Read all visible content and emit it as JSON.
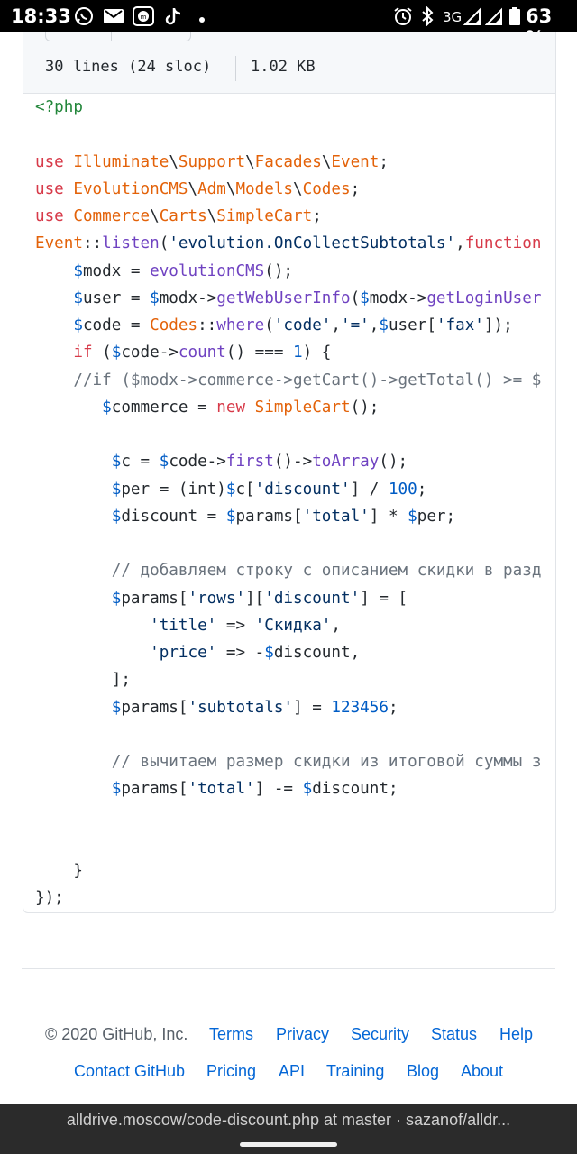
{
  "status_bar": {
    "time": "18:33",
    "network": "3G",
    "battery": "63 %",
    "icons": [
      "whatsapp-icon",
      "gmail-icon",
      "m-app-icon",
      "tiktok-icon",
      "dot-icon",
      "alarm-icon",
      "bluetooth-icon",
      "signal-icon",
      "signal-icon",
      "battery-icon"
    ]
  },
  "file_header": {
    "lines": "30 lines (24 sloc)",
    "size": "1.02 KB"
  },
  "code_lines": [
    [
      {
        "t": "<?php",
        "c": "g"
      }
    ],
    [],
    [
      {
        "t": "use",
        "c": "k"
      },
      {
        "t": " "
      },
      {
        "t": "Illuminate",
        "c": "t"
      },
      {
        "t": "\\"
      },
      {
        "t": "Support",
        "c": "t"
      },
      {
        "t": "\\"
      },
      {
        "t": "Facades",
        "c": "t"
      },
      {
        "t": "\\"
      },
      {
        "t": "Event",
        "c": "t"
      },
      {
        "t": ";"
      }
    ],
    [
      {
        "t": "use",
        "c": "k"
      },
      {
        "t": " "
      },
      {
        "t": "EvolutionCMS",
        "c": "t"
      },
      {
        "t": "\\"
      },
      {
        "t": "Adm",
        "c": "t"
      },
      {
        "t": "\\"
      },
      {
        "t": "Models",
        "c": "t"
      },
      {
        "t": "\\"
      },
      {
        "t": "Codes",
        "c": "t"
      },
      {
        "t": ";"
      }
    ],
    [
      {
        "t": "use",
        "c": "k"
      },
      {
        "t": " "
      },
      {
        "t": "Commerce",
        "c": "t"
      },
      {
        "t": "\\"
      },
      {
        "t": "Carts",
        "c": "t"
      },
      {
        "t": "\\"
      },
      {
        "t": "SimpleCart",
        "c": "t"
      },
      {
        "t": ";"
      }
    ],
    [
      {
        "t": "Event",
        "c": "t"
      },
      {
        "t": "::"
      },
      {
        "t": "listen",
        "c": "f"
      },
      {
        "t": "("
      },
      {
        "t": "'evolution.OnCollectSubtotals'",
        "c": "s"
      },
      {
        "t": ","
      },
      {
        "t": "function",
        "c": "k"
      }
    ],
    [
      {
        "t": "    "
      },
      {
        "t": "$",
        "c": "v"
      },
      {
        "t": "modx = "
      },
      {
        "t": "evolutionCMS",
        "c": "f"
      },
      {
        "t": "();"
      }
    ],
    [
      {
        "t": "    "
      },
      {
        "t": "$",
        "c": "v"
      },
      {
        "t": "user = "
      },
      {
        "t": "$",
        "c": "v"
      },
      {
        "t": "modx->"
      },
      {
        "t": "getWebUserInfo",
        "c": "f"
      },
      {
        "t": "("
      },
      {
        "t": "$",
        "c": "v"
      },
      {
        "t": "modx->"
      },
      {
        "t": "getLoginUser",
        "c": "f"
      }
    ],
    [
      {
        "t": "    "
      },
      {
        "t": "$",
        "c": "v"
      },
      {
        "t": "code = "
      },
      {
        "t": "Codes",
        "c": "t"
      },
      {
        "t": "::"
      },
      {
        "t": "where",
        "c": "f"
      },
      {
        "t": "("
      },
      {
        "t": "'code'",
        "c": "s"
      },
      {
        "t": ","
      },
      {
        "t": "'='",
        "c": "s"
      },
      {
        "t": ","
      },
      {
        "t": "$",
        "c": "v"
      },
      {
        "t": "user["
      },
      {
        "t": "'fax'",
        "c": "s"
      },
      {
        "t": "]);"
      }
    ],
    [
      {
        "t": "    "
      },
      {
        "t": "if",
        "c": "k"
      },
      {
        "t": " ("
      },
      {
        "t": "$",
        "c": "v"
      },
      {
        "t": "code->"
      },
      {
        "t": "count",
        "c": "f"
      },
      {
        "t": "() === "
      },
      {
        "t": "1",
        "c": "v"
      },
      {
        "t": ") {"
      }
    ],
    [
      {
        "t": "    "
      },
      {
        "t": "//if ($modx->commerce->getCart()->getTotal() >= $",
        "c": "c"
      }
    ],
    [
      {
        "t": "       "
      },
      {
        "t": "$",
        "c": "v"
      },
      {
        "t": "commerce = "
      },
      {
        "t": "new",
        "c": "k"
      },
      {
        "t": " "
      },
      {
        "t": "SimpleCart",
        "c": "t"
      },
      {
        "t": "();"
      }
    ],
    [],
    [
      {
        "t": "        "
      },
      {
        "t": "$",
        "c": "v"
      },
      {
        "t": "c = "
      },
      {
        "t": "$",
        "c": "v"
      },
      {
        "t": "code->"
      },
      {
        "t": "first",
        "c": "f"
      },
      {
        "t": "()->"
      },
      {
        "t": "toArray",
        "c": "f"
      },
      {
        "t": "();"
      }
    ],
    [
      {
        "t": "        "
      },
      {
        "t": "$",
        "c": "v"
      },
      {
        "t": "per = (int)"
      },
      {
        "t": "$",
        "c": "v"
      },
      {
        "t": "c["
      },
      {
        "t": "'discount'",
        "c": "s"
      },
      {
        "t": "] / "
      },
      {
        "t": "100",
        "c": "v"
      },
      {
        "t": ";"
      }
    ],
    [
      {
        "t": "        "
      },
      {
        "t": "$",
        "c": "v"
      },
      {
        "t": "discount = "
      },
      {
        "t": "$",
        "c": "v"
      },
      {
        "t": "params["
      },
      {
        "t": "'total'",
        "c": "s"
      },
      {
        "t": "] * "
      },
      {
        "t": "$",
        "c": "v"
      },
      {
        "t": "per;"
      }
    ],
    [],
    [
      {
        "t": "        "
      },
      {
        "t": "// добавляем строку с описанием скидки в разд",
        "c": "c"
      }
    ],
    [
      {
        "t": "        "
      },
      {
        "t": "$",
        "c": "v"
      },
      {
        "t": "params["
      },
      {
        "t": "'rows'",
        "c": "s"
      },
      {
        "t": "]["
      },
      {
        "t": "'discount'",
        "c": "s"
      },
      {
        "t": "] = ["
      }
    ],
    [
      {
        "t": "            "
      },
      {
        "t": "'title'",
        "c": "s"
      },
      {
        "t": " => "
      },
      {
        "t": "'Скидка'",
        "c": "s"
      },
      {
        "t": ","
      }
    ],
    [
      {
        "t": "            "
      },
      {
        "t": "'price'",
        "c": "s"
      },
      {
        "t": " => -"
      },
      {
        "t": "$",
        "c": "v"
      },
      {
        "t": "discount,"
      }
    ],
    [
      {
        "t": "        ];"
      }
    ],
    [
      {
        "t": "        "
      },
      {
        "t": "$",
        "c": "v"
      },
      {
        "t": "params["
      },
      {
        "t": "'subtotals'",
        "c": "s"
      },
      {
        "t": "] = "
      },
      {
        "t": "123456",
        "c": "v"
      },
      {
        "t": ";"
      }
    ],
    [],
    [
      {
        "t": "        "
      },
      {
        "t": "// вычитаем размер скидки из итоговой суммы з",
        "c": "c"
      }
    ],
    [
      {
        "t": "        "
      },
      {
        "t": "$",
        "c": "v"
      },
      {
        "t": "params["
      },
      {
        "t": "'total'",
        "c": "s"
      },
      {
        "t": "] -= "
      },
      {
        "t": "$",
        "c": "v"
      },
      {
        "t": "discount;"
      }
    ],
    [],
    [],
    [
      {
        "t": "    }"
      }
    ],
    [
      {
        "t": "});"
      }
    ]
  ],
  "footer": {
    "copyright": "© 2020 GitHub, Inc.",
    "links": [
      "Terms",
      "Privacy",
      "Security",
      "Status",
      "Help",
      "Contact GitHub",
      "Pricing",
      "API",
      "Training",
      "Blog",
      "About"
    ]
  },
  "bottom_bar": {
    "title": "alldrive.moscow/code-discount.php at master · sazanof/alldr..."
  }
}
